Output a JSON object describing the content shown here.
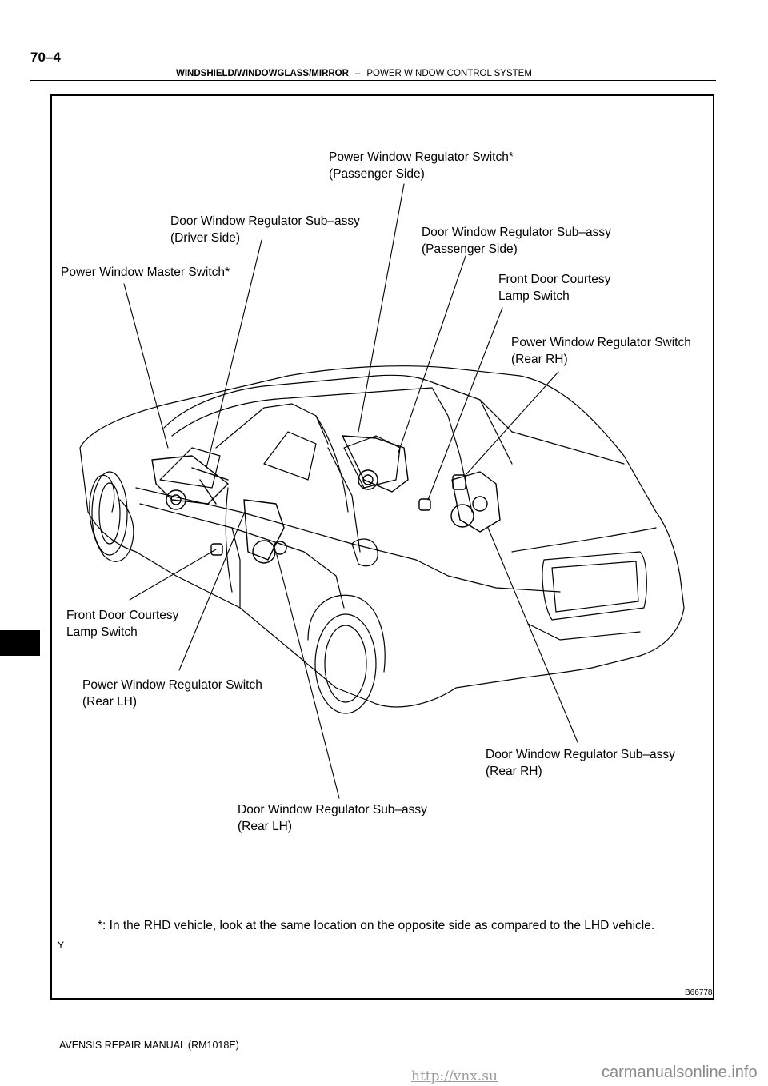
{
  "header": {
    "page_number": "70–4",
    "section": "WINDSHIELD/WINDOWGLASS/MIRROR",
    "separator": "–",
    "subsection": "POWER WINDOW CONTROL SYSTEM"
  },
  "labels": {
    "pw_reg_switch_passenger": [
      "Power Window Regulator Switch*",
      "(Passenger Side)"
    ],
    "door_reg_driver": [
      "Door Window Regulator Sub–assy",
      "(Driver Side)"
    ],
    "door_reg_passenger": [
      "Door  Window  Regulator  Sub–assy",
      "(Passenger Side)"
    ],
    "pw_master_switch": [
      "Power Window Master Switch*"
    ],
    "front_courtesy_right": [
      "Front Door Courtesy",
      "Lamp Switch"
    ],
    "pw_reg_switch_rear_rh": [
      "Power Window Regulator Switch",
      "(Rear RH)"
    ],
    "front_courtesy_left": [
      "Front Door Courtesy",
      "Lamp Switch"
    ],
    "pw_reg_switch_rear_lh": [
      "Power Window Regulator Switch",
      "(Rear LH)"
    ],
    "door_reg_rear_rh": [
      "Door Window Regulator Sub–assy",
      "(Rear RH)"
    ],
    "door_reg_rear_lh": [
      "Door Window Regulator Sub–assy",
      "(Rear LH)"
    ]
  },
  "note": "*: In the RHD vehicle, look at the same location on the opposite side as compared to the LHD vehicle.",
  "corner_mark": "Y",
  "figure_id": "B66778",
  "footer": "AVENSIS REPAIR MANUAL   (RM1018E)",
  "watermarks": {
    "left": "http://vnx.su",
    "right": "carmanualsonline.info"
  }
}
